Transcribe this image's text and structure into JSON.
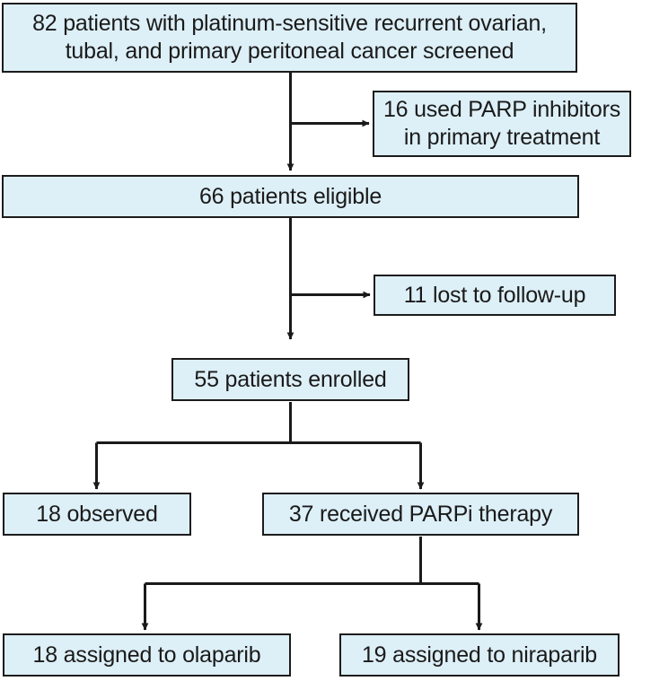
{
  "diagram": {
    "title": "Patient enrollment flow diagram",
    "type": "flowchart",
    "style": {
      "box_fill": "#ddeff7",
      "box_border": "#1c1c1c",
      "line_color": "#1a1a1a",
      "text_color": "#1a1a1a",
      "background": "#ffffff"
    },
    "nodes": {
      "screened": {
        "id": "screened",
        "label": "82 patients with platinum-sensitive recurrent ovarian,\ntubal, and primary peritoneal cancer screened",
        "count": 82
      },
      "excluded_parp": {
        "id": "excluded-parp-inhibitors",
        "label": "16 used PARP inhibitors\nin primary treatment",
        "count": 16
      },
      "eligible": {
        "id": "eligible",
        "label": "66 patients eligible",
        "count": 66
      },
      "lost_followup": {
        "id": "lost-to-follow-up",
        "label": "11 lost to follow-up",
        "count": 11
      },
      "enrolled": {
        "id": "enrolled",
        "label": "55 patients enrolled",
        "count": 55
      },
      "observed": {
        "id": "observed",
        "label": "18 observed",
        "count": 18
      },
      "parpi_therapy": {
        "id": "received-parpi-therapy",
        "label": "37 received PARPi therapy",
        "count": 37
      },
      "olaparib": {
        "id": "assigned-olaparib",
        "label": "18 assigned to olaparib",
        "count": 18
      },
      "niraparib": {
        "id": "assigned-niraparib",
        "label": "19 assigned to niraparib",
        "count": 19
      }
    },
    "edges": [
      {
        "from": "screened",
        "to": "eligible",
        "kind": "vertical-arrow"
      },
      {
        "from": "screened",
        "to": "excluded_parp",
        "kind": "side-branch-arrow"
      },
      {
        "from": "eligible",
        "to": "enrolled",
        "kind": "vertical-arrow"
      },
      {
        "from": "eligible",
        "to": "lost_followup",
        "kind": "side-branch-arrow"
      },
      {
        "from": "enrolled",
        "to": "observed",
        "kind": "fork-arrow"
      },
      {
        "from": "enrolled",
        "to": "parpi_therapy",
        "kind": "fork-arrow"
      },
      {
        "from": "parpi_therapy",
        "to": "olaparib",
        "kind": "fork-arrow"
      },
      {
        "from": "parpi_therapy",
        "to": "niraparib",
        "kind": "fork-arrow"
      }
    ]
  },
  "chart_data": {
    "type": "diagram",
    "title": "Patient enrollment flow diagram",
    "categories": [
      "screened",
      "used PARP inhibitors in primary treatment",
      "eligible",
      "lost to follow-up",
      "enrolled",
      "observed",
      "received PARPi therapy",
      "assigned to olaparib",
      "assigned to niraparib"
    ],
    "values": [
      82,
      16,
      66,
      11,
      55,
      18,
      37,
      18,
      19
    ]
  }
}
